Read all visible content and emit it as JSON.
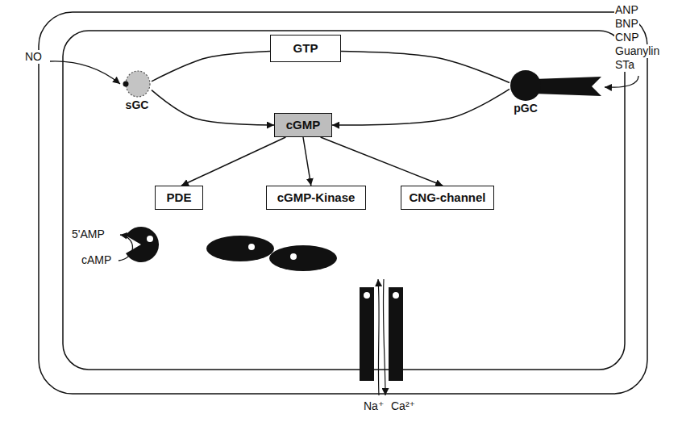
{
  "diagram": {
    "nodes": [
      {
        "text": [
          "GTP"
        ]
      },
      {
        "text": [
          "sGC"
        ]
      },
      {
        "text": [
          "cGMP"
        ]
      },
      {
        "text": [
          "pGC"
        ]
      },
      {
        "text": [
          "PDE"
        ]
      },
      {
        "text": [
          "cGMP-Kinase"
        ]
      },
      {
        "text": [
          "CNG-channel"
        ]
      }
    ],
    "edges": [
      {
        "from": 0,
        "to": 1,
        "arrow": "none"
      },
      {
        "from": 0,
        "to": 3,
        "arrow": "none"
      },
      {
        "from": 1,
        "to": 2,
        "arrow": "to"
      },
      {
        "from": 3,
        "to": 2,
        "arrow": "to"
      },
      {
        "from": 2,
        "to": 4,
        "arrow": "to"
      },
      {
        "from": 2,
        "to": 5,
        "arrow": "to"
      },
      {
        "from": 2,
        "to": 6,
        "arrow": "to"
      }
    ],
    "labels": [
      "NO",
      "ANP",
      "BNP",
      "CNP",
      "Guanylin",
      "STa",
      "5'AMP",
      "cAMP",
      "Na⁺",
      "Ca²⁺"
    ]
  }
}
